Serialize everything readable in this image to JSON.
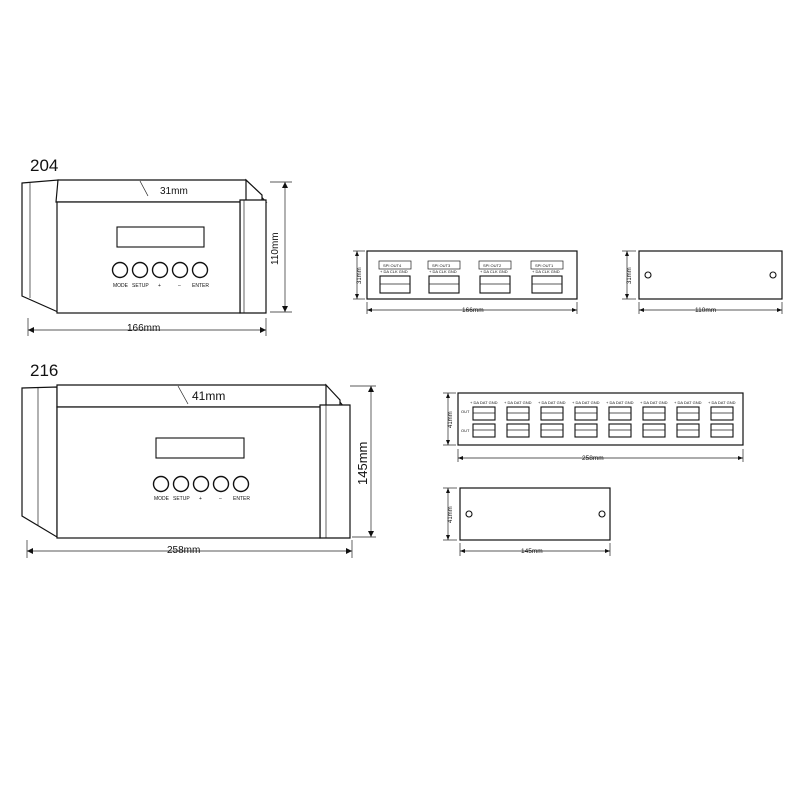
{
  "models": [
    {
      "name": "204",
      "front": {
        "depth_label": "31mm",
        "height_label": "110mm",
        "width_label": "166mm",
        "buttons": [
          "MODE",
          "SETUP",
          "+",
          "–",
          "ENTER"
        ]
      },
      "back": {
        "width_label": "166mm",
        "height_label": "31mm",
        "ports": [
          "SPI OUT4",
          "SPI OUT3",
          "SPI OUT2",
          "SPI OUT1"
        ],
        "port_pins": "+ DA CLK GND"
      },
      "side": {
        "width_label": "110mm",
        "height_label": "31mm"
      }
    },
    {
      "name": "216",
      "front": {
        "depth_label": "41mm",
        "height_label": "145mm",
        "width_label": "258mm",
        "buttons": [
          "MODE",
          "SETUP",
          "+",
          "–",
          "ENTER"
        ]
      },
      "back": {
        "width_label": "258mm",
        "height_label": "41mm",
        "port_pins": "+ DA DAT GND",
        "side_labels": [
          "OUT",
          "OUT"
        ]
      },
      "side": {
        "width_label": "145mm",
        "height_label": "41mm"
      }
    }
  ]
}
